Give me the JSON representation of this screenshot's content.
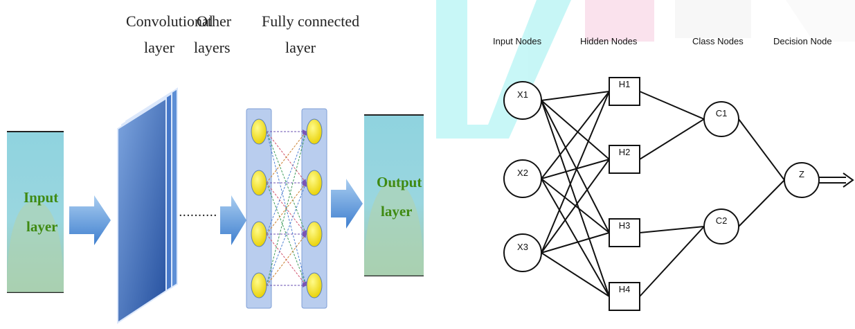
{
  "cnn": {
    "labels": {
      "conv_line1": "Convolutional",
      "conv_line2": "layer",
      "other_line1": "Other",
      "other_line2": "layers",
      "fc_line1": "Fully connected",
      "fc_line2": "layer",
      "input_line1": "Input",
      "input_line2": "layer",
      "output_line1": "Output",
      "output_line2": "layer"
    },
    "dots": "..........",
    "fc_nodes_per_column": 4
  },
  "network": {
    "headers": {
      "input": "Input  Nodes",
      "hidden": "Hidden Nodes",
      "class": "Class  Nodes",
      "decision": "Decision Node"
    },
    "input_nodes": [
      "X1",
      "X2",
      "X3"
    ],
    "hidden_nodes": [
      "H1",
      "H2",
      "H3",
      "H4"
    ],
    "class_nodes": [
      "C1",
      "C2"
    ],
    "decision_node": "Z",
    "edges_input_hidden": [
      [
        "X1",
        "H1"
      ],
      [
        "X1",
        "H2"
      ],
      [
        "X1",
        "H3"
      ],
      [
        "X1",
        "H4"
      ],
      [
        "X2",
        "H1"
      ],
      [
        "X2",
        "H2"
      ],
      [
        "X2",
        "H3"
      ],
      [
        "X2",
        "H4"
      ],
      [
        "X3",
        "H1"
      ],
      [
        "X3",
        "H2"
      ],
      [
        "X3",
        "H3"
      ],
      [
        "X3",
        "H4"
      ]
    ],
    "edges_hidden_class": [
      [
        "H1",
        "C1"
      ],
      [
        "H2",
        "C1"
      ],
      [
        "H3",
        "C2"
      ],
      [
        "H4",
        "C2"
      ]
    ],
    "edges_class_decision": [
      [
        "C1",
        "Z"
      ],
      [
        "C2",
        "Z"
      ]
    ]
  },
  "colors": {
    "panel_fill": "#8fd3df",
    "panel_bottom": "#9bc7a6",
    "label_green": "#3f8a12",
    "layer_blue": "#3a6fbf",
    "arrow_blue": "#5b9bd5",
    "node_yellow": "#f5e400",
    "fc_bg": "#b9cdee",
    "watermark_cyan": "#7fe7e7",
    "watermark_pink": "#f7c6d8"
  }
}
